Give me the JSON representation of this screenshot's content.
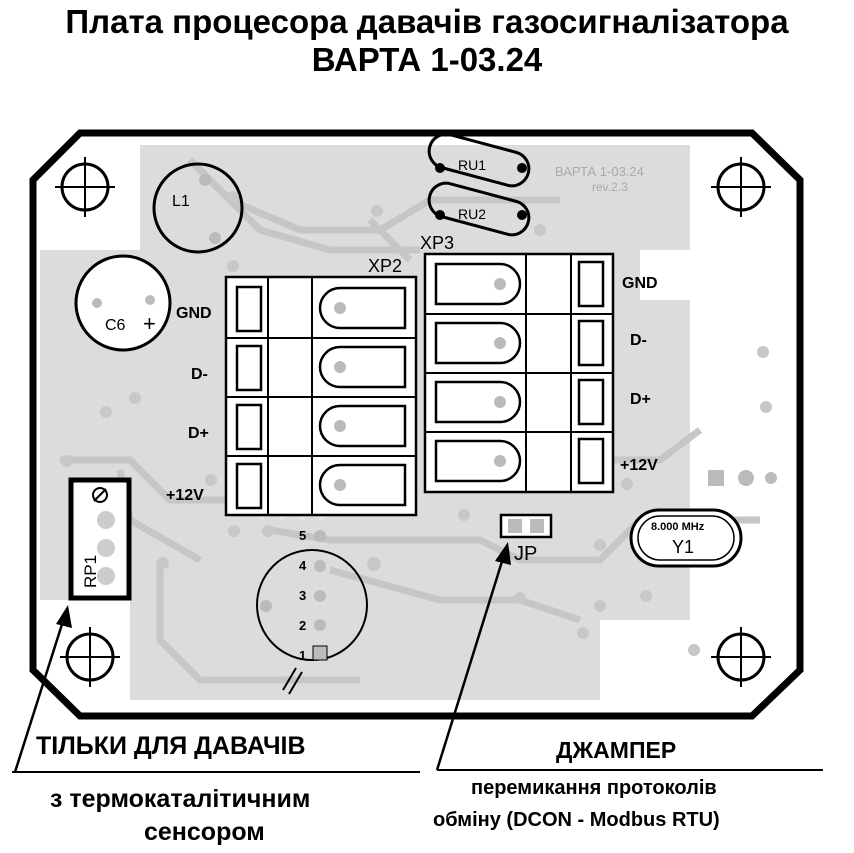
{
  "title": {
    "line1": "Плата процесора давачів  газосигналізатора",
    "line2": "ВАРТА 1-03.24"
  },
  "board": {
    "marking": "ВАРТА 1-03.24",
    "revision": "rev.2.3",
    "components": {
      "inductor": "L1",
      "capacitor": "C6",
      "capacitor_polarity": "+",
      "resistor1": "RU1",
      "resistor2": "RU2",
      "connector_left": "XP2",
      "connector_right": "XP3",
      "trimmer": "RP1",
      "jumper": "JP",
      "crystal": "Y1",
      "crystal_freq": "8.000 MHz"
    },
    "xp2_pins": [
      "GND",
      "D-",
      "D+",
      "+12V"
    ],
    "xp3_pins": [
      "GND",
      "D-",
      "D+",
      "+12V"
    ],
    "sensor_pins": [
      "5",
      "4",
      "3",
      "2",
      "1"
    ]
  },
  "captions": {
    "left_line1": "ТІЛЬКИ ДЛЯ ДАВАЧІВ",
    "left_line2": "з термокаталітичним",
    "left_line3": "сенсором",
    "right_line1": "ДЖАМПЕР",
    "right_line2": "перемикання протоколів",
    "right_line3": "обміну (DCON - Modbus RTU)"
  },
  "colors": {
    "board_fill": "#ffffff",
    "copper": "#d8d8d8",
    "outline": "#000000"
  }
}
